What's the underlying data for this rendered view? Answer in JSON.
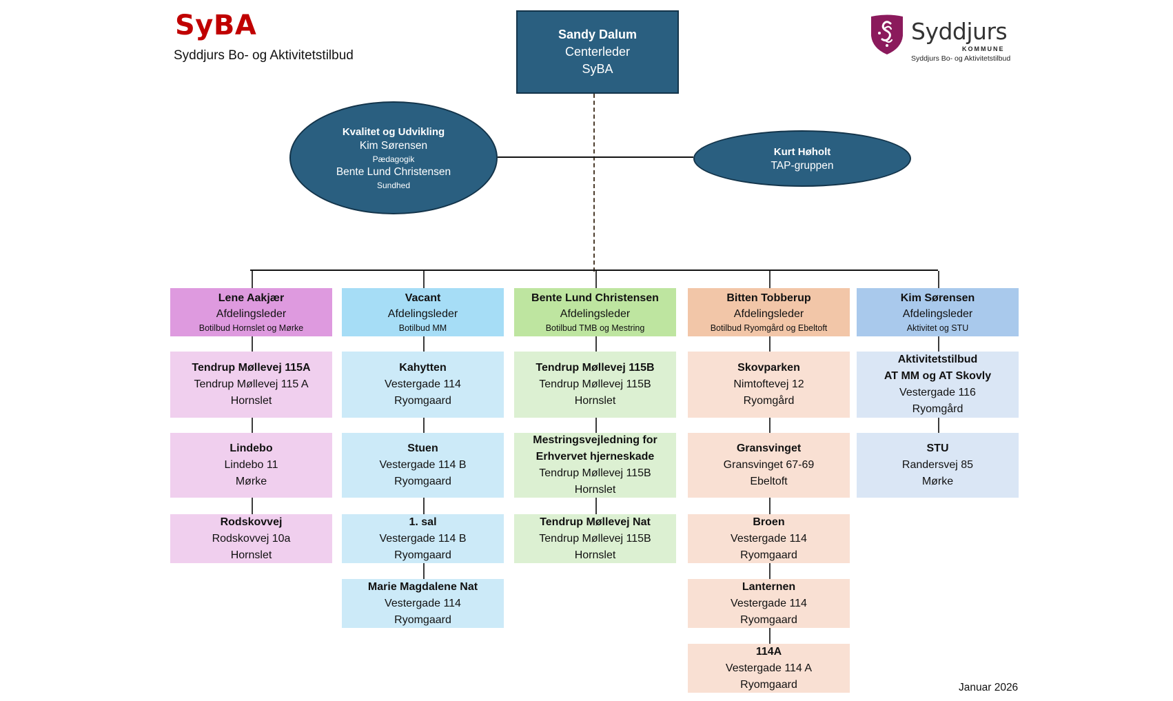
{
  "header": {
    "brand": "SyBA",
    "brand_subtitle": "Syddjurs Bo- og Aktivitetstilbud",
    "logo": {
      "icon": "syddjurs-shield-icon",
      "name": "Syddjurs",
      "kommune": "KOMMUNE",
      "tagline": "Syddjurs Bo- og Aktivitetstilbud",
      "color": "#8b1a5c"
    }
  },
  "colors": {
    "dark_node": "#2a5f80",
    "brand_red": "#c00000"
  },
  "top": {
    "name": "Sandy Dalum",
    "role": "Centerleder",
    "org": "SyBA"
  },
  "staff_left": {
    "title": "Kvalitet og Udvikling",
    "lines": [
      {
        "text": "Kim Sørensen",
        "style": "n"
      },
      {
        "text": "Pædagogik",
        "style": "s"
      },
      {
        "text": "Bente Lund Christensen",
        "style": "n"
      },
      {
        "text": "Sundhed",
        "style": "s"
      }
    ]
  },
  "staff_right": {
    "title": "Kurt Høholt",
    "subtitle": "TAP-gruppen"
  },
  "departments": [
    {
      "head": {
        "name": "Lene Aakjær",
        "role": "Afdelingsleder",
        "unit": "Botilbud Hornslet og Mørke"
      },
      "colors": {
        "head": "#de9adf",
        "unit": "#f0cfee"
      },
      "units": [
        {
          "lines": [
            "Tendrup Møllevej 115A"
          ],
          "address": [
            "Tendrup Møllevej 115 A",
            "Hornslet"
          ]
        },
        {
          "lines": [
            "Lindebo"
          ],
          "address": [
            "Lindebo 11",
            "Mørke"
          ]
        },
        {
          "lines": [
            "Rodskovvej"
          ],
          "address": [
            "Rodskovvej 10a",
            "Hornslet"
          ]
        }
      ]
    },
    {
      "head": {
        "name": "Vacant",
        "role": "Afdelingsleder",
        "unit": "Botilbud MM"
      },
      "colors": {
        "head": "#a6ddf6",
        "unit": "#cceaf8"
      },
      "units": [
        {
          "lines": [
            "Kahytten"
          ],
          "address": [
            "Vestergade 114",
            "Ryomgaard"
          ]
        },
        {
          "lines": [
            "Stuen"
          ],
          "address": [
            "Vestergade 114 B",
            "Ryomgaard"
          ]
        },
        {
          "lines": [
            "1. sal"
          ],
          "address": [
            "Vestergade 114 B",
            "Ryomgaard"
          ]
        },
        {
          "lines": [
            "Marie Magdalene Nat"
          ],
          "address": [
            "Vestergade 114",
            "Ryomgaard"
          ]
        }
      ]
    },
    {
      "head": {
        "name": "Bente Lund Christensen",
        "role": "Afdelingsleder",
        "unit": "Botilbud TMB og Mestring"
      },
      "colors": {
        "head": "#bee5a0",
        "unit": "#dcf0d2"
      },
      "units": [
        {
          "lines": [
            "Tendrup Møllevej 115B"
          ],
          "address": [
            "Tendrup Møllevej 115B",
            "Hornslet"
          ]
        },
        {
          "lines": [
            "Mestringsvejledning for",
            "Erhvervet hjerneskade"
          ],
          "address": [
            "Tendrup Møllevej 115B",
            "Hornslet"
          ]
        },
        {
          "lines": [
            "Tendrup Møllevej Nat"
          ],
          "address": [
            "Tendrup Møllevej 115B",
            "Hornslet"
          ]
        }
      ]
    },
    {
      "head": {
        "name": "Bitten Tobberup",
        "role": "Afdelingsleder",
        "unit": "Botilbud Ryomgård og Ebeltoft"
      },
      "colors": {
        "head": "#f2c6a8",
        "unit": "#f9e0d3"
      },
      "units": [
        {
          "lines": [
            "Skovparken"
          ],
          "address": [
            "Nimtoftevej 12",
            "Ryomgård"
          ]
        },
        {
          "lines": [
            "Gransvinget"
          ],
          "address": [
            "Gransvinget 67-69",
            "Ebeltoft"
          ]
        },
        {
          "lines": [
            "Broen"
          ],
          "address": [
            "Vestergade 114",
            "Ryomgaard"
          ]
        },
        {
          "lines": [
            "Lanternen"
          ],
          "address": [
            "Vestergade 114",
            "Ryomgaard"
          ]
        },
        {
          "lines": [
            "114A"
          ],
          "address": [
            "Vestergade 114 A",
            "Ryomgaard"
          ]
        }
      ]
    },
    {
      "head": {
        "name": "Kim Sørensen",
        "role": "Afdelingsleder",
        "unit": "Aktivitet og STU"
      },
      "colors": {
        "head": "#a9c9ec",
        "unit": "#dae6f5"
      },
      "units": [
        {
          "lines": [
            "Aktivitetstilbud",
            "AT MM og AT Skovly"
          ],
          "address": [
            "Vestergade 116",
            "Ryomgård"
          ]
        },
        {
          "lines": [
            "STU"
          ],
          "address": [
            "Randersvej 85",
            "Mørke"
          ]
        }
      ]
    }
  ],
  "footer": {
    "date": "Januar 2026"
  }
}
